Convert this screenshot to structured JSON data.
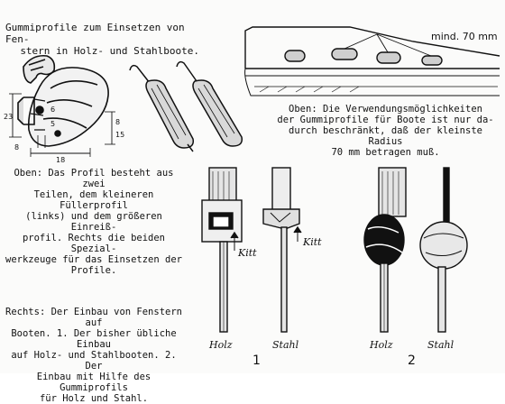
{
  "captions": {
    "top_left": [
      "Gummiprofile zum Einsetzen von Fen-",
      "stern in Holz- und Stahlboote."
    ],
    "top_right": [
      "Oben: Die Verwendungsmöglichkeiten",
      "der Gummiprofile für Boote ist nur da-",
      "durch beschränkt, daß der kleinste Radius",
      "70 mm betragen muß."
    ],
    "middle_left": [
      "Oben: Das Profil besteht aus zwei",
      "Teilen, dem kleineren Füllerprofil",
      "(links) und dem größeren Einreiß-",
      "profil. Rechts die beiden Spezial-",
      "werkzeuge für das Einsetzen der",
      "Profile."
    ],
    "bottom_left": [
      "Rechts: Der Einbau von Fenstern auf",
      "Booten. 1. Der bisher übliche Einbau",
      "auf Holz- und Stahlbooten. 2. Der",
      "Einbau mit Hilfe des Gummiprofils",
      "für Holz und Stahl."
    ]
  },
  "boat_label": "mind. 70 mm",
  "dimensions": {
    "d23": "23",
    "d8a": "8",
    "d15": "15",
    "d8b": "8",
    "d18": "18",
    "d6": "6",
    "d5": "5"
  },
  "details": {
    "kitt1": "Kitt",
    "kitt2": "Kitt",
    "holz1": "Holz",
    "stahl1": "Stahl",
    "holz2": "Holz",
    "stahl2": "Stahl",
    "fig1": "1",
    "fig2": "2"
  }
}
